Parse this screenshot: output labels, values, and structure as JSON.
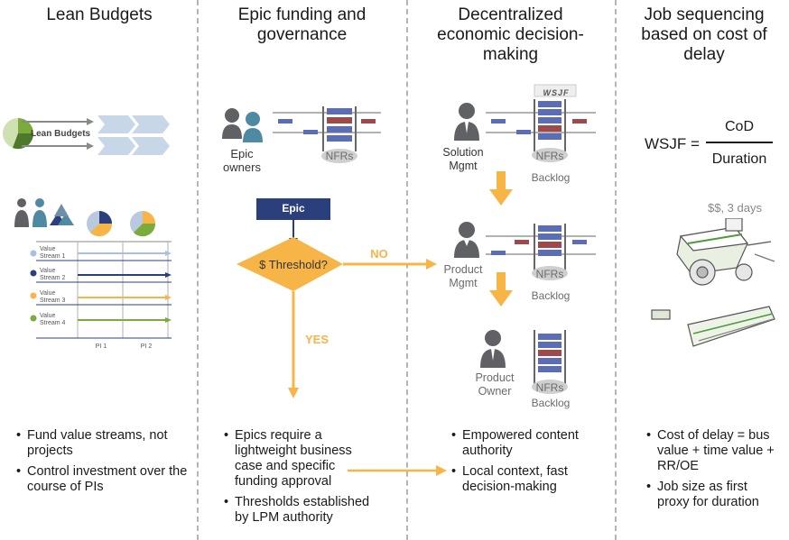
{
  "columns": [
    {
      "title": "Lean Budgets",
      "bullets": [
        "Fund value streams, not projects",
        "Control investment over the course of PIs"
      ]
    },
    {
      "title": "Epic funding and governance",
      "bullets": [
        "Epics require a lightweight business case and specific funding approval",
        "Thresholds established by LPM authority"
      ]
    },
    {
      "title": "Decentralized economic decision-making",
      "bullets": [
        "Empowered content authority",
        "Local context, fast decision-making"
      ]
    },
    {
      "title": "Job sequencing based on cost of delay",
      "bullets": [
        "Cost of delay = bus value + time value + RR/OE",
        "Job size as first proxy for duration"
      ]
    }
  ],
  "lean_budgets": {
    "arrow_label": "Lean Budgets",
    "value_streams": [
      "Value Stream 1",
      "Value Stream 2",
      "Value Stream 3",
      "Value Stream 4"
    ],
    "pi_labels": [
      "PI 1",
      "PI 2"
    ]
  },
  "epic_funding": {
    "owners_label": "Epic owners",
    "nfrs_label": "NFRs",
    "epic_label": "Epic",
    "threshold_label": "$ Threshold?",
    "no_label": "NO",
    "yes_label": "YES"
  },
  "decentralized": {
    "wsjf_tag": "WSJF",
    "levels": [
      {
        "role": "Solution Mgmt",
        "nfrs": "NFRs",
        "backlog": "Backlog"
      },
      {
        "role": "Product Mgmt",
        "nfrs": "NFRs",
        "backlog": "Backlog"
      },
      {
        "role": "Product Owner",
        "nfrs": "NFRs",
        "backlog": "Backlog"
      }
    ]
  },
  "sequencing": {
    "formula_lhs": "WSJF =",
    "numerator": "CoD",
    "denominator": "Duration",
    "cost_label": "$$, 3 days"
  },
  "colors": {
    "orange": "#f7b547",
    "navy": "#2b3f7c",
    "blue_block": "#5a6db5",
    "red_block": "#9e4a4d",
    "gray_person": "#5f6164",
    "teal_person": "#4f8aa3",
    "green": "#7bab3a",
    "light_blue_chevron": "#c7d7e8"
  }
}
